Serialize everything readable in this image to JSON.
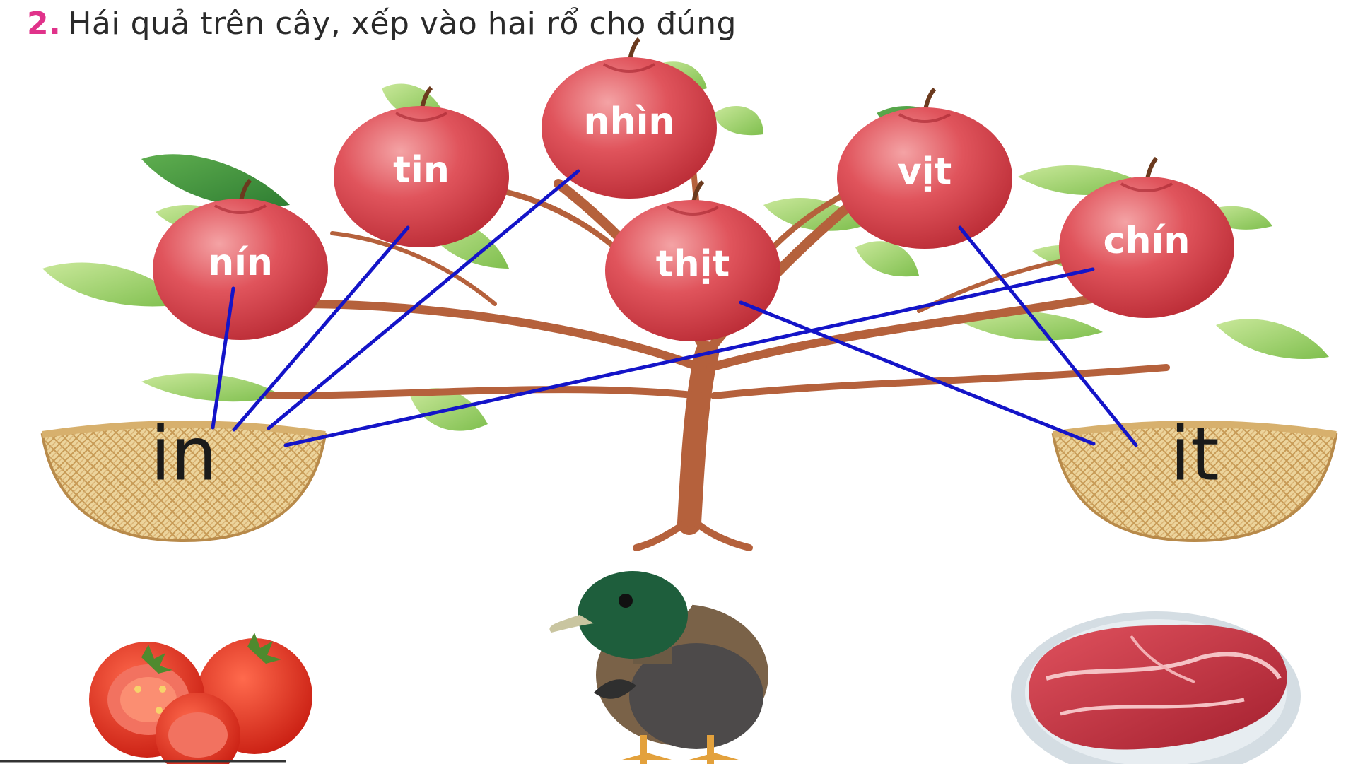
{
  "instruction": {
    "number": "2.",
    "text": "Hái quả trên cây, xếp vào hai rổ cho đúng"
  },
  "apples": [
    {
      "id": "nin",
      "label": "nín"
    },
    {
      "id": "tin",
      "label": "tin"
    },
    {
      "id": "nhin",
      "label": "nhìn"
    },
    {
      "id": "thit",
      "label": "thịt"
    },
    {
      "id": "vit",
      "label": "vịt"
    },
    {
      "id": "chin",
      "label": "chín"
    }
  ],
  "baskets": [
    {
      "id": "in",
      "label": "in"
    },
    {
      "id": "it",
      "label": "it"
    }
  ],
  "connections": [
    {
      "from": "nin",
      "to": "in"
    },
    {
      "from": "tin",
      "to": "in"
    },
    {
      "from": "nhin",
      "to": "in"
    },
    {
      "from": "chin",
      "to": "in"
    },
    {
      "from": "thit",
      "to": "it"
    },
    {
      "from": "vit",
      "to": "it"
    }
  ],
  "colors": {
    "apple": "#e0454f",
    "apple_highlight": "#f28b8f",
    "leaf": "#9fd26a",
    "leaf_dark": "#3e9b3e",
    "trunk": "#b5613c",
    "basket": "#e8c98a",
    "connector": "#1414c8",
    "instruction_number": "#e0328a"
  },
  "illustrations": [
    "tomato-image",
    "duck-image",
    "steak-plate-image"
  ]
}
